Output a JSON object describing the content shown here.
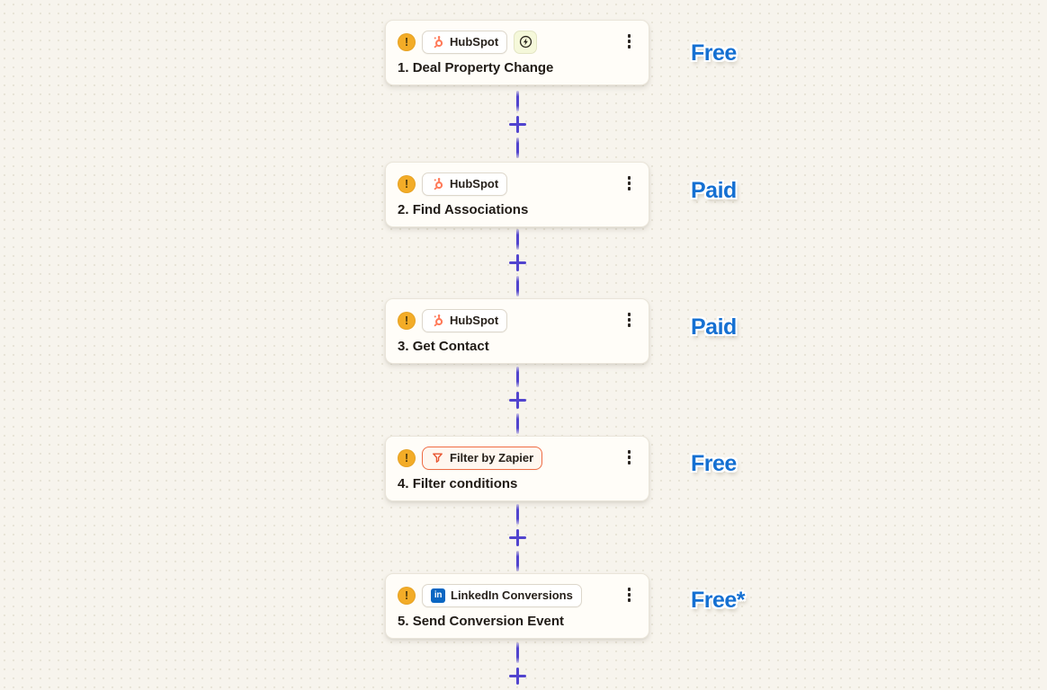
{
  "page": {
    "page_background": "#f7f4ed",
    "dot_color": "#e7e3d7"
  },
  "colors": {
    "annotation_blue": "#1570d2",
    "connector_purple": "#5144ce",
    "warning_amber": "#f3ac27",
    "warning_glyph_color": "#4f3b0d",
    "hubspot_orange": "#ff7a59",
    "filter_orange": "#ef6c44",
    "linkedin_blue": "#0a66c2",
    "card_background": "#fffdf8",
    "card_border": "#eae5da",
    "badge_border": "#ddd7cb",
    "title_color": "#201b16",
    "instant_badge_background": "#f5f8da"
  },
  "icons": {
    "warning_glyph": "!",
    "linkedin_glyph": "in"
  },
  "steps": [
    {
      "number": "1.",
      "title": "Deal Property Change",
      "app_label": "HubSpot",
      "app_icon": "hubspot-sprocket-icon",
      "annotation": "Free",
      "has_instant_badge": true
    },
    {
      "number": "2.",
      "title": "Find Associations",
      "app_label": "HubSpot",
      "app_icon": "hubspot-sprocket-icon",
      "annotation": "Paid"
    },
    {
      "number": "3.",
      "title": "Get Contact",
      "app_label": "HubSpot",
      "app_icon": "hubspot-sprocket-icon",
      "annotation": "Paid"
    },
    {
      "number": "4.",
      "title": "Filter conditions",
      "app_label": "Filter by Zapier",
      "app_icon": "filter-funnel-icon",
      "annotation": "Free"
    },
    {
      "number": "5.",
      "title": "Send Conversion Event",
      "app_label": "LinkedIn Conversions",
      "app_icon": "linkedin-icon",
      "annotation": "Free*"
    }
  ]
}
